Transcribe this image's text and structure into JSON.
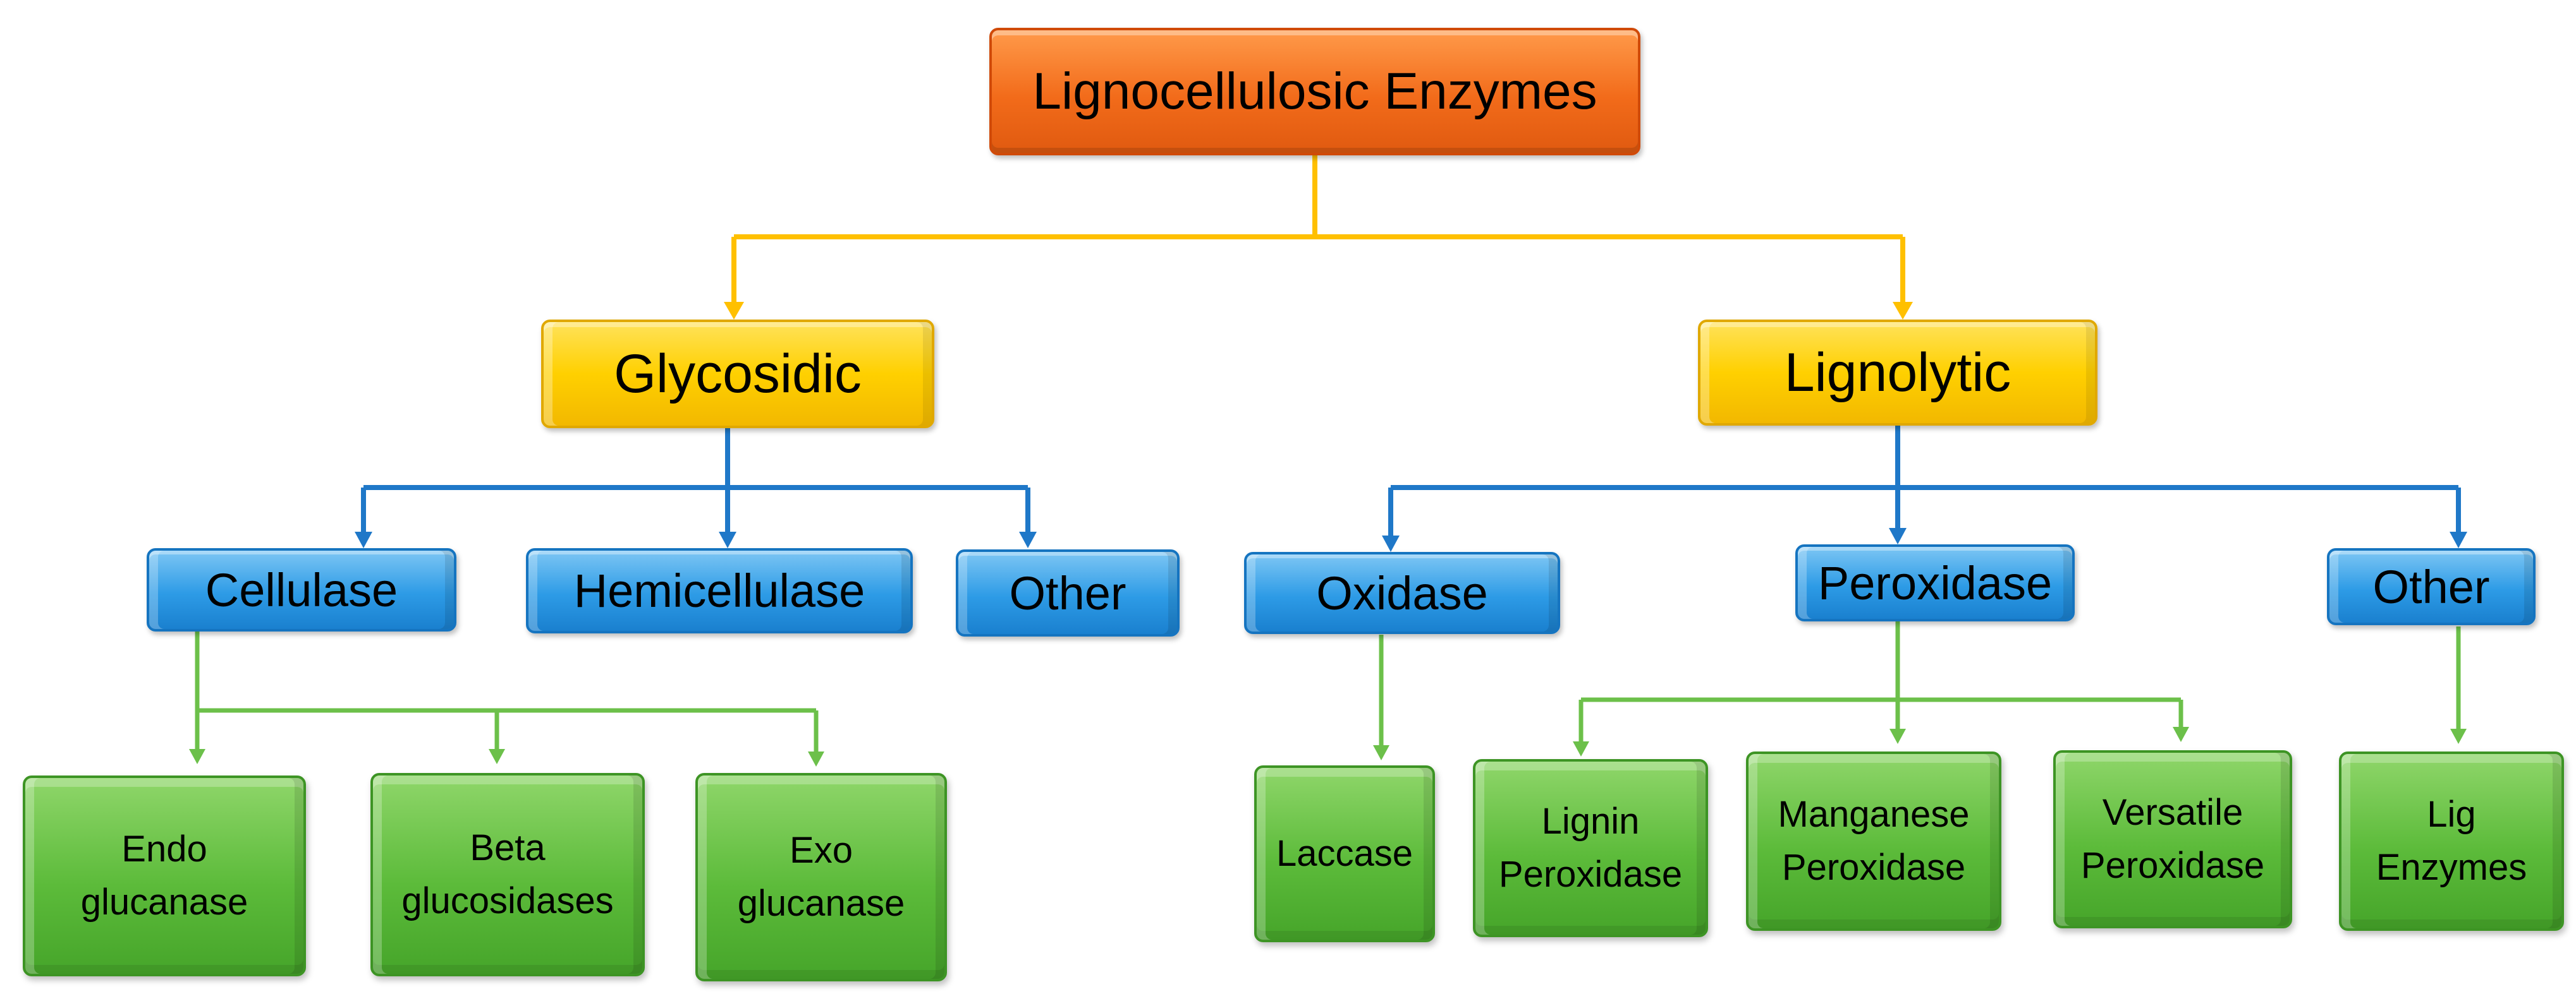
{
  "diagram": {
    "root": {
      "label": "Lignocellulosic Enzymes"
    },
    "glycosidic": {
      "label": "Glycosidic",
      "cellulase": {
        "label": "Cellulase"
      },
      "hemicellulase": {
        "label": "Hemicellulase"
      },
      "other": {
        "label": "Other"
      },
      "endo_glucanase": {
        "line1": "Endo",
        "line2": "glucanase"
      },
      "beta_glucosidases": {
        "line1": "Beta",
        "line2": "glucosidases"
      },
      "exo_glucanase": {
        "line1": "Exo",
        "line2": "glucanase"
      }
    },
    "lignolytic": {
      "label": "Lignolytic",
      "oxidase": {
        "label": "Oxidase"
      },
      "peroxidase": {
        "label": "Peroxidase"
      },
      "other": {
        "label": "Other"
      },
      "laccase": {
        "line1": "Laccase"
      },
      "lignin_peroxidase": {
        "line1": "Lignin",
        "line2": "Peroxidase"
      },
      "manganese_peroxidase": {
        "line1": "Manganese",
        "line2": "Peroxidase"
      },
      "versatile_peroxidase": {
        "line1": "Versatile",
        "line2": "Peroxidase"
      },
      "lig_enzymes": {
        "line1": "Lig",
        "line2": "Enzymes"
      }
    }
  },
  "colors": {
    "root_connector": "#ffc000",
    "level2_connector": "#1f78c8",
    "level3_connector": "#6cc04a",
    "root_fill": "#f26b1a",
    "level1_fill": "#ffd000",
    "level2_fill": "#2d9be6",
    "level3_fill": "#5cbb3a"
  }
}
